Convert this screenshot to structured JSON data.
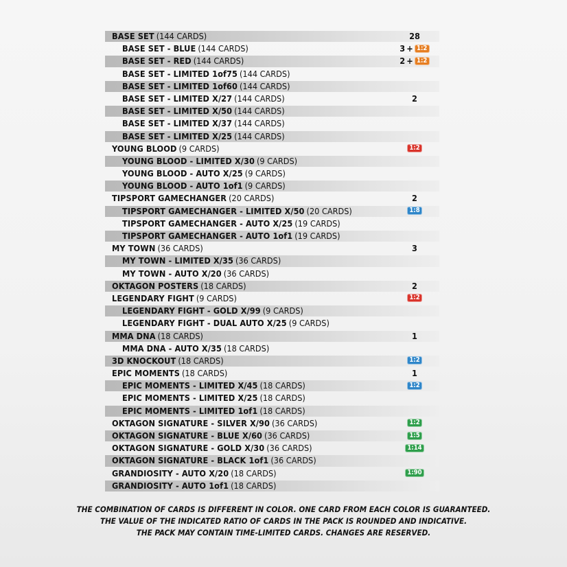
{
  "rows": [
    {
      "name": "BASE SET",
      "count": "(144 CARDS)",
      "level": 0,
      "shade": true,
      "value": "28",
      "badge": null,
      "badge_color": null
    },
    {
      "name": "BASE SET - BLUE",
      "count": "(144 CARDS)",
      "level": 1,
      "shade": false,
      "value": "3",
      "badge": "1:2",
      "badge_color": "orange"
    },
    {
      "name": "BASE SET - RED",
      "count": "(144 CARDS)",
      "level": 1,
      "shade": true,
      "value": "2",
      "badge": "1:2",
      "badge_color": "orange"
    },
    {
      "name": "BASE SET - LIMITED 1of75",
      "count": "(144 CARDS)",
      "level": 1,
      "shade": false,
      "value": "",
      "badge": null,
      "badge_color": null
    },
    {
      "name": "BASE SET - LIMITED 1of60",
      "count": "(144 CARDS)",
      "level": 1,
      "shade": true,
      "value": "",
      "badge": null,
      "badge_color": null
    },
    {
      "name": "BASE SET - LIMITED X/27",
      "count": "(144 CARDS)",
      "level": 1,
      "shade": false,
      "value": "2",
      "badge": null,
      "badge_color": null
    },
    {
      "name": "BASE SET - LIMITED X/50",
      "count": "(144 CARDS)",
      "level": 1,
      "shade": true,
      "value": "",
      "badge": null,
      "badge_color": null
    },
    {
      "name": "BASE SET - LIMITED X/37",
      "count": "(144 CARDS)",
      "level": 1,
      "shade": false,
      "value": "",
      "badge": null,
      "badge_color": null
    },
    {
      "name": "BASE SET - LIMITED X/25",
      "count": "(144 CARDS)",
      "level": 1,
      "shade": true,
      "value": "",
      "badge": null,
      "badge_color": null
    },
    {
      "name": "YOUNG BLOOD",
      "count": "(9 CARDS)",
      "level": 0,
      "shade": false,
      "value": "",
      "badge": "1:2",
      "badge_color": "red"
    },
    {
      "name": "YOUNG BLOOD - LIMITED X/30",
      "count": "(9 CARDS)",
      "level": 1,
      "shade": true,
      "value": "",
      "badge": null,
      "badge_color": null
    },
    {
      "name": "YOUNG BLOOD - AUTO X/25",
      "count": "(9 CARDS)",
      "level": 1,
      "shade": false,
      "value": "",
      "badge": null,
      "badge_color": null
    },
    {
      "name": "YOUNG BLOOD - AUTO 1of1",
      "count": "(9 CARDS)",
      "level": 1,
      "shade": true,
      "value": "",
      "badge": null,
      "badge_color": null
    },
    {
      "name": "TIPSPORT GAMECHANGER",
      "count": "(20 CARDS)",
      "level": 0,
      "shade": false,
      "value": "2",
      "badge": null,
      "badge_color": null
    },
    {
      "name": "TIPSPORT GAMECHANGER - LIMITED X/50",
      "count": "(20 CARDS)",
      "level": 1,
      "shade": true,
      "value": "",
      "badge": "1:8",
      "badge_color": "blue"
    },
    {
      "name": "TIPSPORT GAMECHANGER - AUTO X/25",
      "count": "(19 CARDS)",
      "level": 1,
      "shade": false,
      "value": "",
      "badge": null,
      "badge_color": null
    },
    {
      "name": "TIPSPORT GAMECHANGER - AUTO 1of1",
      "count": "(19 CARDS)",
      "level": 1,
      "shade": true,
      "value": "",
      "badge": null,
      "badge_color": null
    },
    {
      "name": "MY TOWN",
      "count": "(36 CARDS)",
      "level": 0,
      "shade": false,
      "value": "3",
      "badge": null,
      "badge_color": null
    },
    {
      "name": "MY TOWN - LIMITED X/35",
      "count": "(36 CARDS)",
      "level": 1,
      "shade": true,
      "value": "",
      "badge": null,
      "badge_color": null
    },
    {
      "name": "MY TOWN - AUTO X/20",
      "count": "(36 CARDS)",
      "level": 1,
      "shade": false,
      "value": "",
      "badge": null,
      "badge_color": null
    },
    {
      "name": "OKTAGON POSTERS",
      "count": "(18 CARDS)",
      "level": 0,
      "shade": true,
      "value": "2",
      "badge": null,
      "badge_color": null
    },
    {
      "name": "LEGENDARY FIGHT",
      "count": "(9 CARDS)",
      "level": 0,
      "shade": false,
      "value": "",
      "badge": "1:2",
      "badge_color": "red"
    },
    {
      "name": "LEGENDARY FIGHT - GOLD X/99",
      "count": "(9 CARDS)",
      "level": 1,
      "shade": true,
      "value": "",
      "badge": null,
      "badge_color": null
    },
    {
      "name": "LEGENDARY FIGHT - DUAL AUTO X/25",
      "count": "(9 CARDS)",
      "level": 1,
      "shade": false,
      "value": "",
      "badge": null,
      "badge_color": null
    },
    {
      "name": "MMA DNA",
      "count": "(18 CARDS)",
      "level": 0,
      "shade": true,
      "value": "1",
      "badge": null,
      "badge_color": null
    },
    {
      "name": "MMA DNA - AUTO X/35",
      "count": "(18 CARDS)",
      "level": 1,
      "shade": false,
      "value": "",
      "badge": null,
      "badge_color": null
    },
    {
      "name": "3D KNOCKOUT",
      "count": "(18 CARDS)",
      "level": 0,
      "shade": true,
      "value": "",
      "badge": "1:2",
      "badge_color": "blue"
    },
    {
      "name": "EPIC MOMENTS",
      "count": "(18 CARDS)",
      "level": 0,
      "shade": false,
      "value": "1",
      "badge": null,
      "badge_color": null
    },
    {
      "name": "EPIC MOMENTS - LIMITED X/45",
      "count": "(18 CARDS)",
      "level": 1,
      "shade": true,
      "value": "",
      "badge": "1:2",
      "badge_color": "blue"
    },
    {
      "name": "EPIC MOMENTS - LIMITED X/25",
      "count": "(18 CARDS)",
      "level": 1,
      "shade": false,
      "value": "",
      "badge": null,
      "badge_color": null
    },
    {
      "name": "EPIC MOMENTS - LIMITED 1of1",
      "count": "(18 CARDS)",
      "level": 1,
      "shade": true,
      "value": "",
      "badge": null,
      "badge_color": null
    },
    {
      "name": "OKTAGON SIGNATURE - SILVER X/90",
      "count": "(36 CARDS)",
      "level": 0,
      "shade": false,
      "value": "",
      "badge": "1:2",
      "badge_color": "green"
    },
    {
      "name": "OKTAGON SIGNATURE - BLUE X/60",
      "count": "(36 CARDS)",
      "level": 0,
      "shade": true,
      "value": "",
      "badge": "1:5",
      "badge_color": "green"
    },
    {
      "name": "OKTAGON SIGNATURE - GOLD X/30",
      "count": "(36 CARDS)",
      "level": 0,
      "shade": false,
      "value": "",
      "badge": "1:14",
      "badge_color": "green"
    },
    {
      "name": "OKTAGON SIGNATURE - BLACK 1of1",
      "count": "(36 CARDS)",
      "level": 0,
      "shade": true,
      "value": "",
      "badge": null,
      "badge_color": null
    },
    {
      "name": "GRANDIOSITY - AUTO X/20",
      "count": "(18 CARDS)",
      "level": 0,
      "shade": false,
      "value": "",
      "badge": "1:90",
      "badge_color": "green"
    },
    {
      "name": "GRANDIOSITY - AUTO 1of1",
      "count": "(18 CARDS)",
      "level": 0,
      "shade": true,
      "value": "",
      "badge": null,
      "badge_color": null
    }
  ],
  "plus_sign": "+",
  "footer": {
    "line1": "THE COMBINATION OF CARDS IS DIFFERENT IN COLOR. ONE CARD FROM EACH COLOR IS GUARANTEED.",
    "line2": "THE VALUE OF THE INDICATED RATIO OF CARDS IN THE PACK  IS ROUNDED AND INDICATIVE.",
    "line3": "THE PACK MAY CONTAIN TIME-LIMITED CARDS. CHANGES ARE RESERVED."
  },
  "colors": {
    "orange": "#e67e22",
    "red": "#d9342b",
    "blue": "#2f86c9",
    "green": "#2e9e4b"
  }
}
